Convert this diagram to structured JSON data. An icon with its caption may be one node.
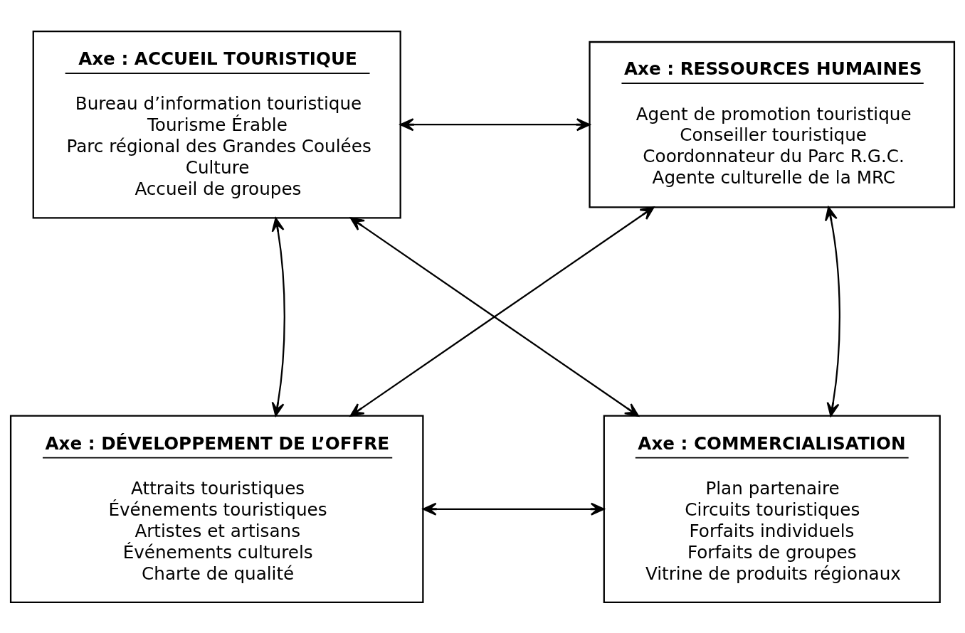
{
  "diagram": {
    "nodes": [
      {
        "text": [
          "Axe : ACCUEIL TOURISTIQUE",
          "Bureau d’information touristique",
          "Tourisme Érable",
          "Parc régional des Grandes Coulées",
          "Culture",
          "Accueil de groupes"
        ]
      },
      {
        "text": [
          "Axe : RESSOURCES HUMAINES",
          "Agent de promotion touristique",
          "Conseiller touristique",
          "Coordonnateur du Parc R.G.C.",
          "Agente culturelle de la MRC"
        ]
      },
      {
        "text": [
          "Axe : DÉVELOPPEMENT DE L’OFFRE",
          "Attraits touristiques",
          "Événements touristiques",
          "Artistes et artisans",
          "Événements culturels",
          "Charte de qualité"
        ]
      },
      {
        "text": [
          "Axe : COMMERCIALISATION",
          "Plan partenaire",
          "Circuits touristiques",
          "Forfaits individuels",
          "Forfaits de groupes",
          "Vitrine de produits régionaux"
        ]
      }
    ],
    "edges": [
      {
        "from": 0,
        "to": 1,
        "arrow": "both"
      },
      {
        "from": 0,
        "to": 2,
        "arrow": "both"
      },
      {
        "from": 0,
        "to": 3,
        "arrow": "both"
      },
      {
        "from": 1,
        "to": 2,
        "arrow": "both"
      },
      {
        "from": 1,
        "to": 3,
        "arrow": "both"
      },
      {
        "from": 2,
        "to": 3,
        "arrow": "both"
      }
    ]
  }
}
